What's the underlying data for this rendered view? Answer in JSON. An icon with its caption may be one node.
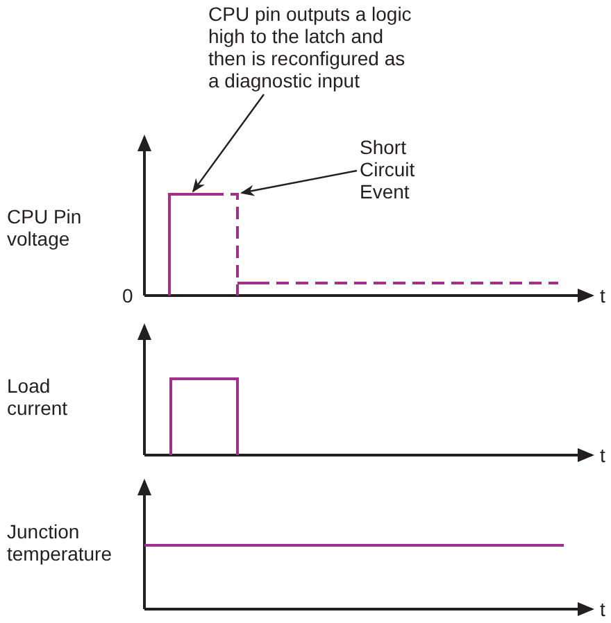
{
  "diagram": {
    "nodes": [
      {
        "text": [
          "CPU pin outputs a logic high to the latch and then is reconfigured as a diagnostic input"
        ]
      },
      {
        "text": [
          "Short Circuit Event"
        ]
      },
      {
        "text": [],
        "shape": "line"
      }
    ],
    "edges": [
      {
        "from": 0,
        "to": 2,
        "arrow": "to"
      },
      {
        "from": 1,
        "to": 2,
        "arrow": "to"
      }
    ],
    "labels": [
      "CPU Pin voltage",
      "0",
      "t",
      "Load current",
      "t",
      "Junction temperature",
      "t"
    ]
  }
}
